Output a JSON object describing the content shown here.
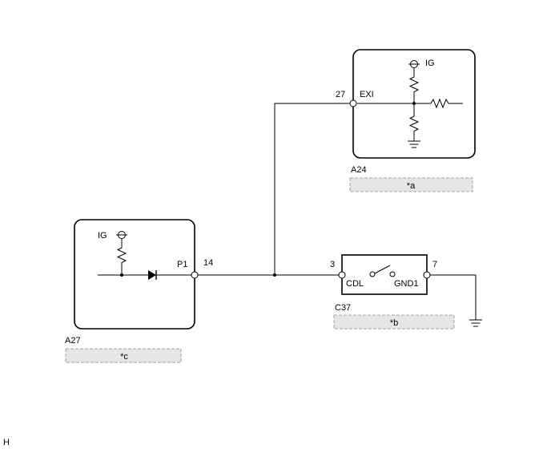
{
  "components": {
    "a24": {
      "name": "A24",
      "pin_number": "27",
      "pin_name": "EXI",
      "supply": "IG",
      "note": "*a"
    },
    "a27": {
      "name": "A27",
      "pin_number": "14",
      "pin_name": "P1",
      "supply": "IG",
      "note": "*c"
    },
    "c37": {
      "name": "C37",
      "pin_left_number": "3",
      "pin_right_number": "7",
      "pin_left_name": "CDL",
      "pin_right_name": "GND1",
      "note": "*b"
    }
  },
  "corner_label": "H"
}
